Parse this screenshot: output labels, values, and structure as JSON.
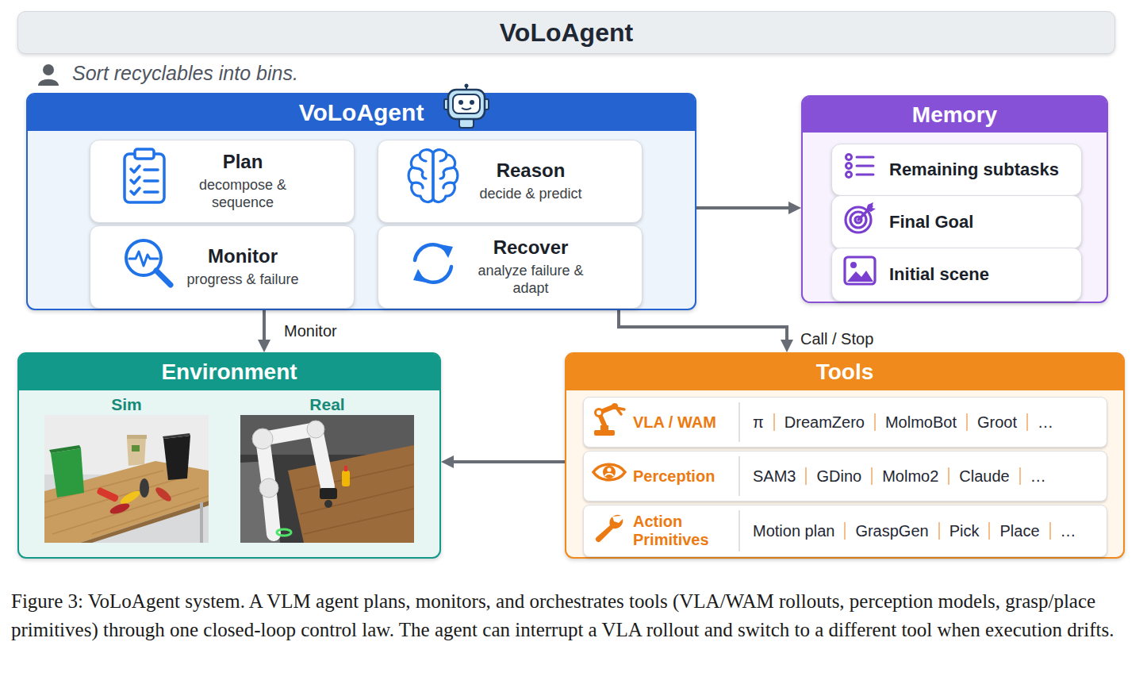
{
  "diagram": {
    "title": "VoLoAgent",
    "caption": "Figure 3: VoLoAgent system. A VLM agent plans, monitors, and orchestrates tools (VLA/WAM rollouts, perception models, grasp/place primitives) through one closed-loop control law. The agent can interrupt a VLA rollout and switch to a different tool when execution drifts.",
    "nodes": [
      {
        "text": [
          "VoLoAgent"
        ]
      },
      {
        "text": [
          "Plan",
          "decompose & sequence"
        ],
        "in": 0
      },
      {
        "text": [
          "Reason",
          "decide & predict"
        ],
        "in": 0
      },
      {
        "text": [
          "Monitor",
          "progress & failure"
        ],
        "in": 0
      },
      {
        "text": [
          "Recover",
          "analyze failure & adapt"
        ],
        "in": 0
      },
      {
        "text": [
          "Memory"
        ]
      },
      {
        "text": [
          "Remaining subtasks"
        ],
        "in": 5
      },
      {
        "text": [
          "Final Goal"
        ],
        "in": 5
      },
      {
        "text": [
          "Initial scene"
        ],
        "in": 5
      },
      {
        "text": [
          "Environment"
        ]
      },
      {
        "text": [
          "Sim"
        ],
        "in": 9
      },
      {
        "text": [
          "Real"
        ],
        "in": 9
      },
      {
        "text": [
          "Tools"
        ]
      },
      {
        "text": [
          "VLA / WAM",
          "π",
          "DreamZero",
          "MolmoBot",
          "Groot",
          "…"
        ],
        "in": 12
      },
      {
        "text": [
          "Perception",
          "SAM3",
          "GDino",
          "Molmo2",
          "Claude",
          "…"
        ],
        "in": 12
      },
      {
        "text": [
          "Action Primitives",
          "Motion plan",
          "GraspGen",
          "Pick",
          "Place",
          "…"
        ],
        "in": 12
      }
    ],
    "edges": [
      {
        "from": 0,
        "to": 5,
        "arrow": "to"
      },
      {
        "from": 0,
        "to": 9,
        "label": "Monitor",
        "arrow": "to"
      },
      {
        "from": 0,
        "to": 12,
        "label": "Call / Stop",
        "arrow": "to"
      },
      {
        "from": 12,
        "to": 9,
        "arrow": "to"
      }
    ],
    "labels": [
      "Sort recyclables into bins."
    ]
  }
}
